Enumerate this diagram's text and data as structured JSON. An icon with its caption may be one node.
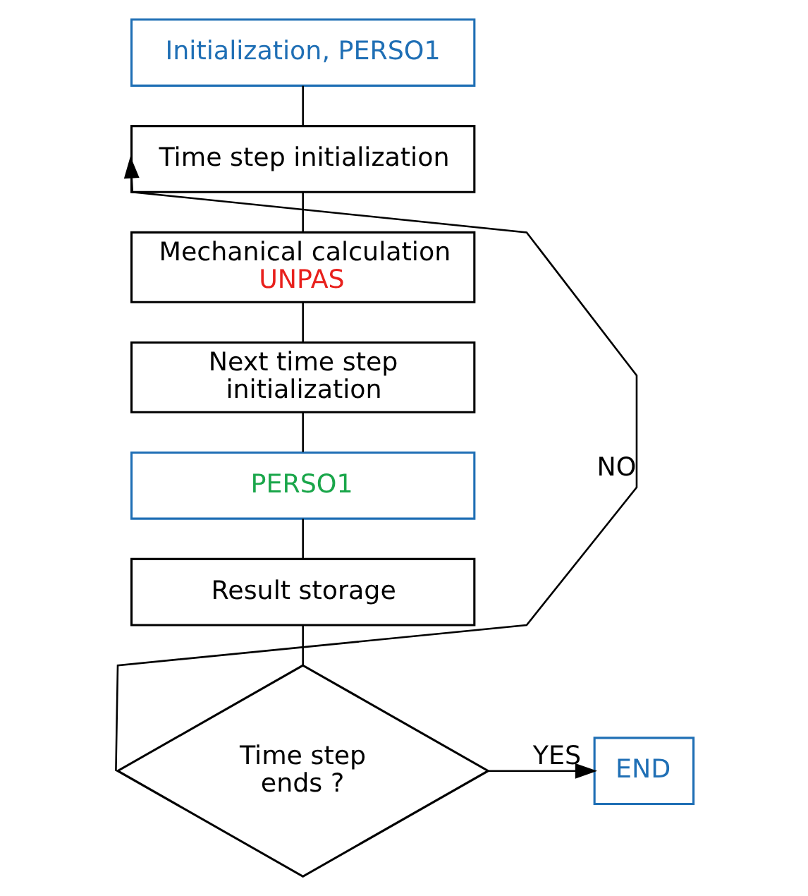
{
  "diagram": {
    "nodes": [
      {
        "text": [
          "Initialization, PERSO1"
        ]
      },
      {
        "text": [
          "Time step initialization"
        ]
      },
      {
        "text": [
          "Mechanical calculation",
          "UNPAS"
        ]
      },
      {
        "text": [
          "Next time step initialization"
        ]
      },
      {
        "text": [
          "PERSO1"
        ]
      },
      {
        "text": [
          "Result storage"
        ]
      },
      {
        "text": [
          "Time step ends ?"
        ]
      },
      {
        "text": [
          "END"
        ]
      }
    ],
    "edges": [
      {
        "from": 0,
        "to": 1,
        "arrow": "none"
      },
      {
        "from": 1,
        "to": 2,
        "arrow": "none"
      },
      {
        "from": 2,
        "to": 3,
        "arrow": "none"
      },
      {
        "from": 3,
        "to": 4,
        "arrow": "none"
      },
      {
        "from": 4,
        "to": 5,
        "arrow": "none"
      },
      {
        "from": 5,
        "to": 6,
        "arrow": "none"
      },
      {
        "from": 6,
        "to": 1,
        "arrow": "to",
        "label": "NO"
      },
      {
        "from": 6,
        "to": 7,
        "arrow": "to",
        "label": "YES"
      }
    ]
  }
}
